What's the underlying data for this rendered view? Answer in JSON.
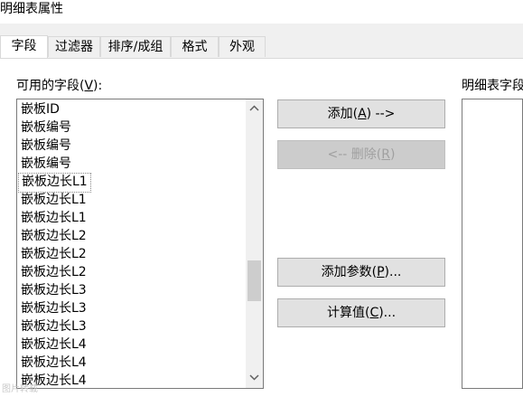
{
  "window": {
    "title": "明细表属性"
  },
  "tabs": [
    {
      "label": "字段",
      "active": true
    },
    {
      "label": "过滤器",
      "active": false
    },
    {
      "label": "排序/成组",
      "active": false
    },
    {
      "label": "格式",
      "active": false
    },
    {
      "label": "外观",
      "active": false
    }
  ],
  "available_fields": {
    "label_prefix": "可用的字段(",
    "label_key": "V",
    "label_suffix": "):",
    "items": [
      "嵌板ID",
      "嵌板编号",
      "嵌板编号",
      "嵌板编号",
      "嵌板边长L1",
      "嵌板边长L1",
      "嵌板边长L1",
      "嵌板边长L2",
      "嵌板边长L2",
      "嵌板边长L2",
      "嵌板边长L3",
      "嵌板边长L3",
      "嵌板边长L3",
      "嵌板边长L4",
      "嵌板边长L4",
      "嵌板边长L4"
    ],
    "focused_index": 4,
    "scroll_up_icon": "chevron-up-icon",
    "scroll_down_icon": "chevron-down-icon"
  },
  "buttons": {
    "add": {
      "prefix": "添加(",
      "key": "A",
      "suffix": ") -->"
    },
    "remove": {
      "prefix": "<-- 删除(",
      "key": "R",
      "suffix": ")"
    },
    "add_param": {
      "prefix": "添加参数(",
      "key": "P",
      "suffix": ")..."
    },
    "calc": {
      "prefix": "计算值(",
      "key": "C",
      "suffix": ")..."
    }
  },
  "schedule_fields": {
    "label": "明细表字段"
  },
  "watermark": "图片转载"
}
